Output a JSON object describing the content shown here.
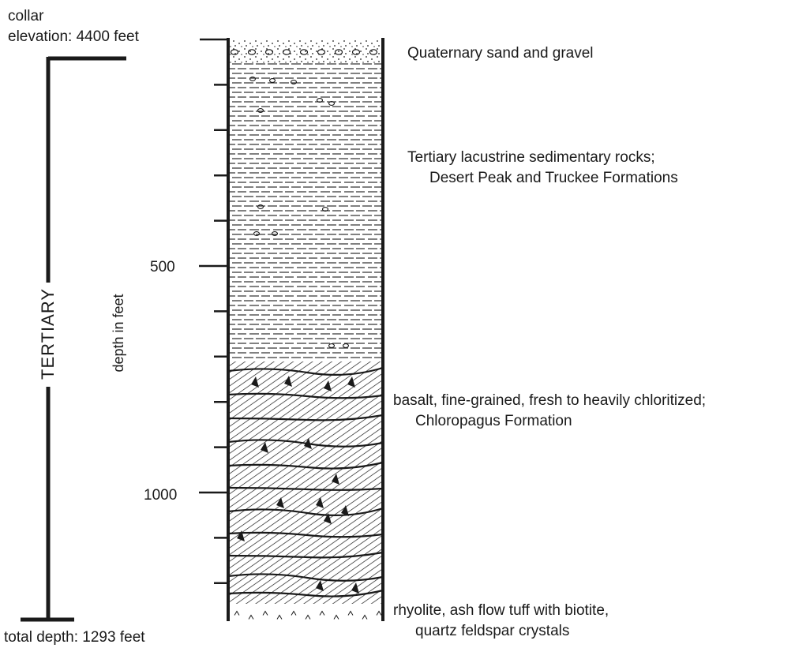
{
  "header": {
    "collar_line1": "collar",
    "collar_line2": "elevation:  4400 feet",
    "total_depth": "total depth: 1293 feet"
  },
  "period_label": "TERTIARY",
  "axis": {
    "label": "depth in feet",
    "major_ticks": [
      {
        "depth": 500,
        "label": "500"
      },
      {
        "depth": 1000,
        "label": "1000"
      }
    ],
    "minor_tick_depths": [
      0,
      100,
      200,
      300,
      400,
      600,
      700,
      800,
      900,
      1100,
      1200
    ]
  },
  "units": [
    {
      "id": "quaternary",
      "lines": [
        "Quaternary sand and gravel"
      ],
      "pattern": "dotted-sand-gravel"
    },
    {
      "id": "lacustrine",
      "lines": [
        "Tertiary lacustrine sedimentary rocks;",
        "Desert Peak and Truckee Formations"
      ],
      "pattern": "dashed-sediment"
    },
    {
      "id": "basalt",
      "lines": [
        "basalt, fine-grained, fresh to heavily chloritized;",
        "Chloropagus Formation"
      ],
      "pattern": "diagonal-hatch"
    },
    {
      "id": "rhyolite",
      "lines": [
        "rhyolite, ash flow tuff with biotite,",
        "quartz feldspar crystals"
      ],
      "pattern": "tuff-ticks"
    }
  ],
  "colors": {
    "ink": "#1a1a1a",
    "paper": "#ffffff"
  }
}
